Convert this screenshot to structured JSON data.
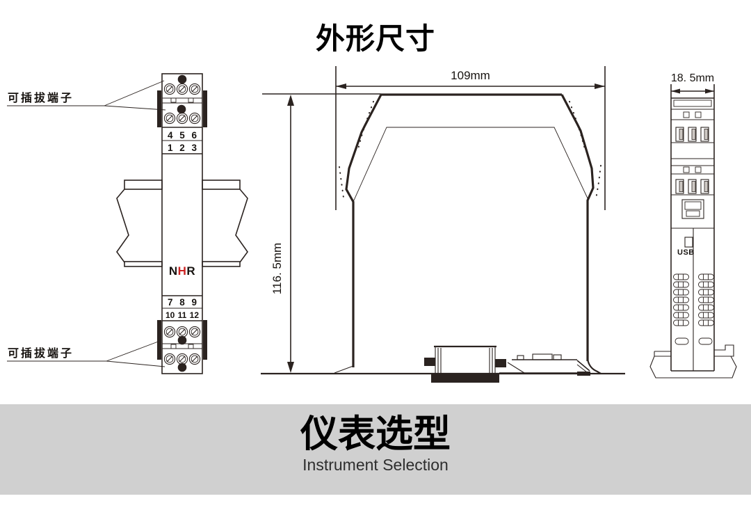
{
  "title": "外形尺寸",
  "drawing": {
    "line_color": "#2b2320",
    "labels": {
      "pluggable_top": "可插拔端子",
      "pluggable_bottom": "可插拔端子",
      "usb": "USB"
    },
    "terminals": {
      "row_456": "4 5 6",
      "row_123": "1 2 3",
      "row_789": "7 8 9",
      "row_101112": "10 11 12"
    },
    "logo": {
      "n": "N",
      "h": "H",
      "r": "R",
      "h_color": "#cc2222"
    },
    "dimensions": {
      "width": "109mm",
      "height": "116. 5mm",
      "depth": "18. 5mm"
    }
  },
  "banner": {
    "title": "仪表选型",
    "subtitle": "Instrument Selection",
    "bg_color": "#d0d0d0"
  }
}
